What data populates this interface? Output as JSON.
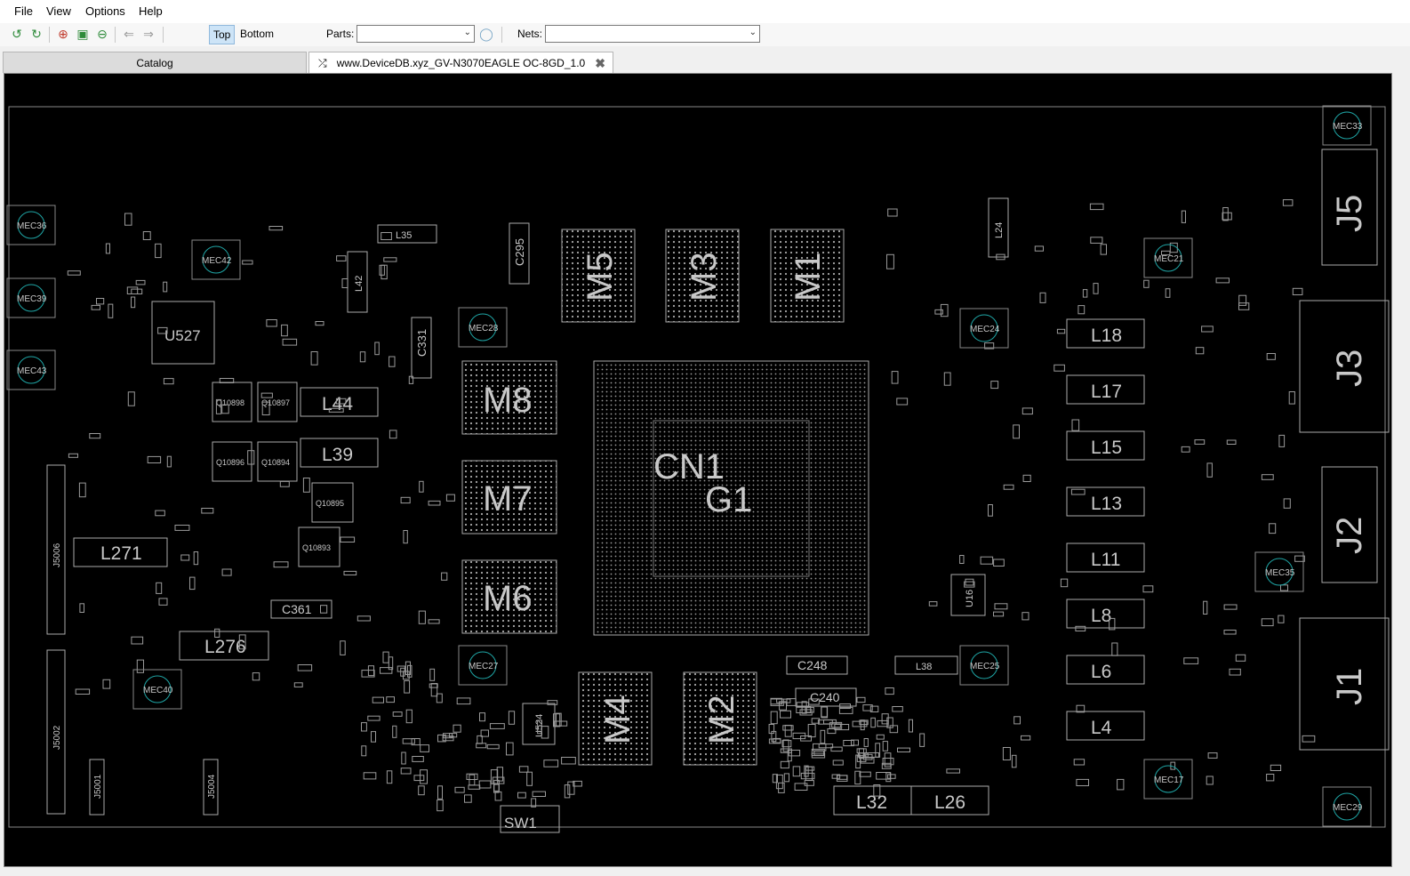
{
  "menu": [
    "File",
    "View",
    "Options",
    "Help"
  ],
  "toolbar": {
    "side_top": "Top",
    "side_bottom": "Bottom",
    "parts_label": "Parts:",
    "parts_value": "",
    "nets_label": "Nets:",
    "nets_value": "",
    "icons": [
      "rotate-left-icon",
      "rotate-right-icon",
      "zoom-in-icon",
      "zoom-fit-icon",
      "zoom-out-icon",
      "back-icon",
      "forward-icon",
      "lightbulb-icon"
    ]
  },
  "tabs": {
    "catalog": "Catalog",
    "board": "www.DeviceDB.xyz_GV-N3070EAGLE OC-8GD_1.0"
  },
  "colors": {
    "board_bg": "#000000",
    "silkscreen": "#c8c8c8",
    "pad": "#aaaaaa",
    "mounting": "#1fa6a6"
  },
  "board": {
    "chips": [
      {
        "label": "CN1"
      },
      {
        "label": "G1"
      },
      {
        "label": "M1"
      },
      {
        "label": "M2"
      },
      {
        "label": "M3"
      },
      {
        "label": "M4"
      },
      {
        "label": "M5"
      },
      {
        "label": "M6"
      },
      {
        "label": "M7"
      },
      {
        "label": "M8"
      }
    ],
    "connectors": [
      {
        "label": "J1"
      },
      {
        "label": "J2"
      },
      {
        "label": "J3"
      },
      {
        "label": "J5"
      }
    ],
    "inductors": [
      {
        "label": "L4"
      },
      {
        "label": "L6"
      },
      {
        "label": "L8"
      },
      {
        "label": "L11"
      },
      {
        "label": "L13"
      },
      {
        "label": "L15"
      },
      {
        "label": "L17"
      },
      {
        "label": "L18"
      },
      {
        "label": "L26"
      },
      {
        "label": "L32"
      },
      {
        "label": "L39"
      },
      {
        "label": "L44"
      },
      {
        "label": "L271"
      },
      {
        "label": "L276"
      },
      {
        "label": "L35"
      },
      {
        "label": "L42"
      },
      {
        "label": "L38"
      },
      {
        "label": "L24"
      }
    ],
    "misc": [
      {
        "label": "U527"
      },
      {
        "label": "SW1"
      },
      {
        "label": "U524"
      },
      {
        "label": "U16"
      },
      {
        "label": "C248"
      },
      {
        "label": "C240"
      },
      {
        "label": "C295"
      },
      {
        "label": "C361"
      },
      {
        "label": "C331"
      },
      {
        "label": "Q10898"
      },
      {
        "label": "Q10897"
      },
      {
        "label": "Q10896"
      },
      {
        "label": "Q10894"
      },
      {
        "label": "Q10895"
      },
      {
        "label": "Q10893"
      },
      {
        "label": "J5006"
      },
      {
        "label": "J5002"
      },
      {
        "label": "J5001"
      },
      {
        "label": "J5004"
      }
    ],
    "mounting_holes": [
      {
        "label": "MEC36"
      },
      {
        "label": "MEC39"
      },
      {
        "label": "MEC43"
      },
      {
        "label": "MEC42"
      },
      {
        "label": "MEC28"
      },
      {
        "label": "MEC24"
      },
      {
        "label": "MEC21"
      },
      {
        "label": "MEC33"
      },
      {
        "label": "MEC40"
      },
      {
        "label": "MEC27"
      },
      {
        "label": "MEC25"
      },
      {
        "label": "MEC35"
      },
      {
        "label": "MEC17"
      },
      {
        "label": "MEC29"
      }
    ]
  }
}
